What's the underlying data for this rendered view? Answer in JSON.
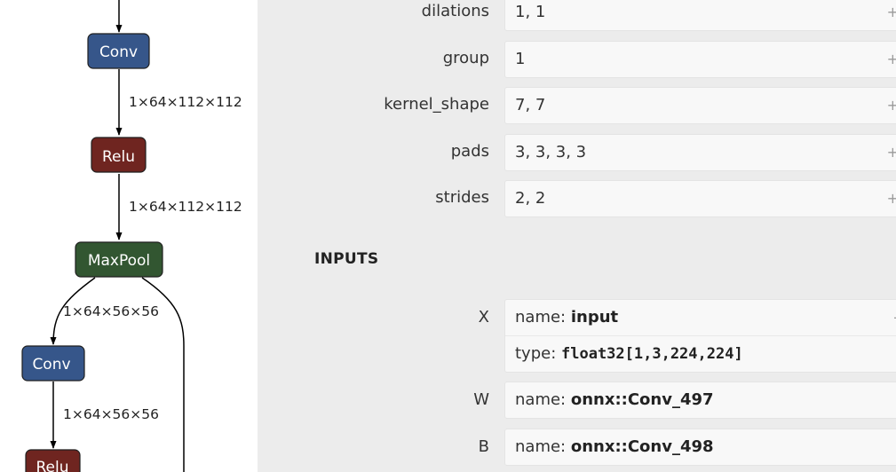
{
  "graph": {
    "nodes": [
      {
        "id": "conv1",
        "label": "Conv",
        "op": "Conv",
        "color": "#36568a"
      },
      {
        "id": "relu1",
        "label": "Relu",
        "op": "Relu",
        "color": "#6f2520"
      },
      {
        "id": "maxpool1",
        "label": "MaxPool",
        "op": "MaxPool",
        "color": "#325631"
      },
      {
        "id": "conv2",
        "label": "Conv",
        "op": "Conv",
        "color": "#36568a"
      },
      {
        "id": "relu2",
        "label": "Relu",
        "op": "Relu",
        "color": "#6f2520"
      }
    ],
    "edges": [
      {
        "from": "",
        "to": "conv1",
        "label": ""
      },
      {
        "from": "conv1",
        "to": "relu1",
        "label": "1×64×112×112"
      },
      {
        "from": "relu1",
        "to": "maxpool1",
        "label": "1×64×112×112"
      },
      {
        "from": "maxpool1",
        "to": "conv2",
        "label": "1×64×56×56"
      },
      {
        "from": "conv2",
        "to": "relu2",
        "label": "1×64×56×56"
      },
      {
        "from": "maxpool1",
        "to": "",
        "label": ""
      }
    ]
  },
  "sidebar": {
    "attributes": [
      {
        "name": "dilations",
        "value": "1, 1",
        "toggle": "+"
      },
      {
        "name": "group",
        "value": "1",
        "toggle": "+"
      },
      {
        "name": "kernel_shape",
        "value": "7, 7",
        "toggle": "+"
      },
      {
        "name": "pads",
        "value": "3, 3, 3, 3",
        "toggle": "+"
      },
      {
        "name": "strides",
        "value": "2, 2",
        "toggle": "+"
      }
    ],
    "inputs_title": "INPUTS",
    "inputs": [
      {
        "name": "X",
        "name_key": "name: ",
        "name_value": "input",
        "type_key": "type: ",
        "type_value": "float32[1,3,224,224]",
        "toggle": "-"
      },
      {
        "name": "W",
        "name_key": "name: ",
        "name_value": "onnx::Conv_497"
      },
      {
        "name": "B",
        "name_key": "name: ",
        "name_value": "onnx::Conv_498"
      }
    ]
  }
}
